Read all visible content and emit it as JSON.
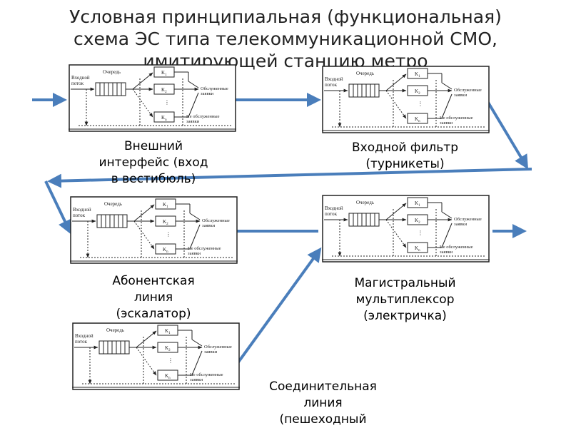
{
  "title": "Условная принципиальная (функциональная)\nсхема ЭС типа телекоммуникационной СМО,\nимитирующей станцию метро",
  "schema_labels": {
    "input": "Входной\nпоток",
    "queue": "Очередь",
    "k1": "K",
    "k1_sub": "1",
    "k2": "K",
    "k2_sub": "2",
    "kn": "K",
    "kn_sub": "n",
    "served": "Обслуженные\nзаявки",
    "not_served": "Не обслуженные\nзаявки"
  },
  "blocks": [
    {
      "id": "s1",
      "caption": "Внешний\nинтерфейс (вход\nв вестибюль)"
    },
    {
      "id": "s2",
      "caption": "Входной фильтр\n(турникеты)"
    },
    {
      "id": "s3",
      "caption": "Абонентская\nлиния\n(эскалатор)"
    },
    {
      "id": "s4",
      "caption": "Магистральный\nмультиплексор\n(электричка)"
    },
    {
      "id": "s5",
      "caption": "Соединительная\nлиния\n(пешеходный"
    }
  ],
  "colors": {
    "arrow": "#4a7ebb",
    "frame": "#222222",
    "title": "#222222"
  }
}
